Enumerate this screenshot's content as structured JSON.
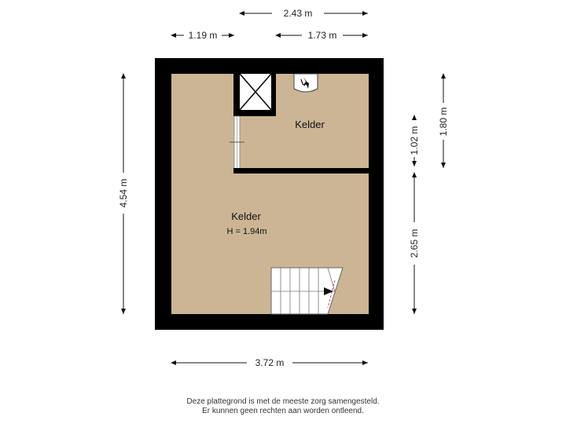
{
  "dimensions": {
    "top_total": "2.43 m",
    "top_left": "1.19 m",
    "top_right": "1.73 m",
    "left_height": "4.54 m",
    "right_upper": "1.02 m",
    "right_outer": "1.80 m",
    "right_lower": "2.65 m",
    "bottom_width": "3.72 m"
  },
  "rooms": {
    "upper": {
      "label": "Kelder"
    },
    "main": {
      "label": "Kelder",
      "height": "H = 1.94m"
    }
  },
  "colors": {
    "wall": "#000000",
    "floor": "#cbb594",
    "stairs": "#ffffff"
  },
  "icons": [
    "boiler-icon",
    "shaft-icon",
    "stairs-arrow-icon",
    "door-icon"
  ],
  "disclaimer": {
    "line1": "Deze plattegrond is met de meeste zorg samengesteld.",
    "line2": "Er kunnen geen rechten aan worden ontleend."
  }
}
